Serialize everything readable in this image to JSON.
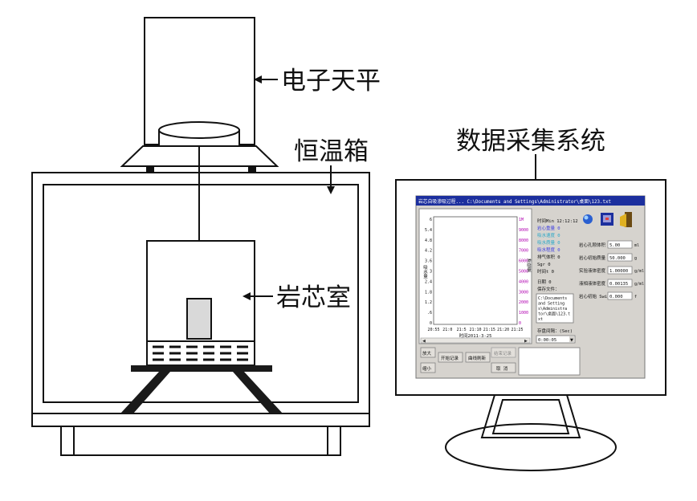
{
  "labels": {
    "balance": "电子天平",
    "oven": "恒温箱",
    "core_chamber": "岩芯室",
    "daq_system": "数据采集系统"
  },
  "screen": {
    "title_bar": "岩芯自吸渗吸过程... C:\\Documents and Settings\\Administrator\\桌面\\123.txt",
    "chart": {
      "left_ticks": [
        "6",
        "5.4",
        "4.8",
        "4.2",
        "3.6",
        "3",
        "2.4",
        "1.8",
        "1.2",
        ".6",
        "0"
      ],
      "right_ticks": [
        "1M",
        "9000",
        "8000",
        "7000",
        "6000",
        "5000",
        "4000",
        "3000",
        "2000",
        "1000",
        "0"
      ],
      "x_ticks": [
        "20:55",
        "21:0",
        "21:5",
        "21:10",
        "21:15",
        "21:20",
        "21:25"
      ],
      "x_label": "时间2011-3-25",
      "y_label_left": "吸水量",
      "y_label_right": "渗吸量"
    },
    "info": {
      "time": "时间Min 12:12:12",
      "core_weight": "岩心重量 0",
      "water_speed": "吸水速度 0",
      "water_mass": "吸水质量 0",
      "water_degree": "吸水程度 0",
      "exhaust_volume": "排气体积 0",
      "sgr": "Sgr      0",
      "time_t": "时间t 0",
      "date": "日期 0",
      "save_file_label": "保存文件：",
      "file_path": "C:\\Documents and Settings\\Administrator\\桌面\\123.txt",
      "interval_label": "存盘间隔：(Sec)",
      "interval_value": "0:00:05"
    },
    "params": [
      {
        "label": "岩心孔隙体积",
        "value": "5.00",
        "unit": "ml"
      },
      {
        "label": "岩心初始质量",
        "value": "50.000",
        "unit": "g"
      },
      {
        "label": "实验液体密度",
        "value": "1.00000",
        "unit": "g/ml"
      },
      {
        "label": "液相液体密度",
        "value": "0.00135",
        "unit": "g/ml"
      },
      {
        "label": "岩心初始 Swi",
        "value": "0.000",
        "unit": "f"
      }
    ],
    "buttons": {
      "zoom_in": "放大",
      "zoom_out": "缩小",
      "start_record": "开始记录",
      "refresh_curve": "曲线刷新",
      "stop_record": "结束记录",
      "cancel": "取 消"
    }
  },
  "colors": {
    "title_bar": "#1c2f9e",
    "window_bg": "#d6d3ce",
    "info_blue": "#4040e0",
    "info_cyan": "#2aa8c8",
    "axis_magenta": "#b000b0"
  }
}
